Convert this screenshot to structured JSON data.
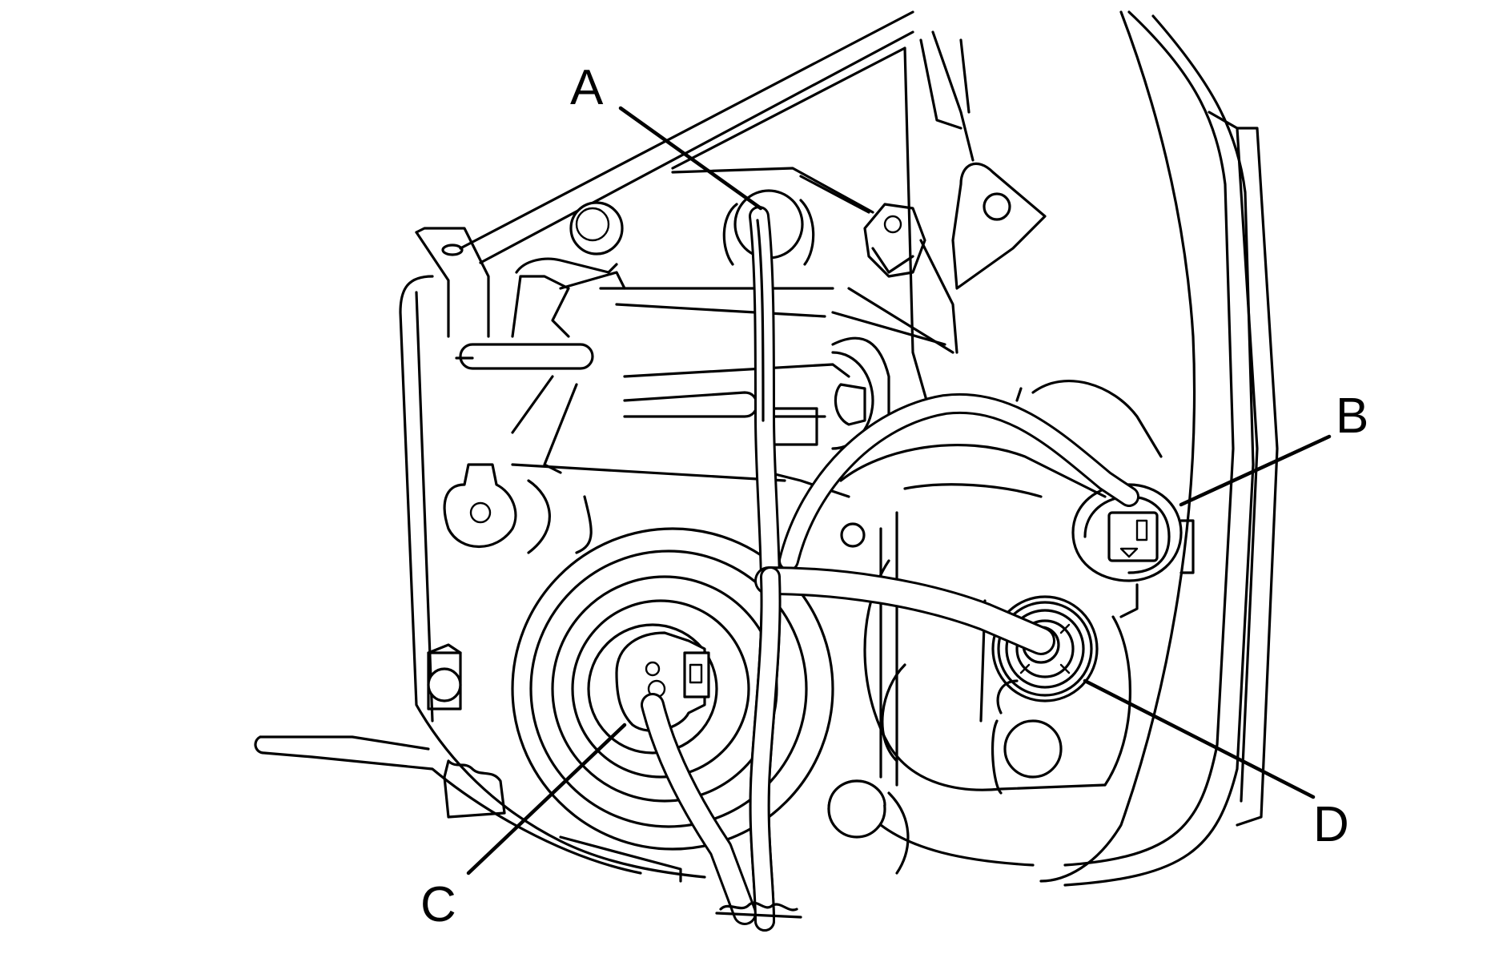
{
  "colors": {
    "line": "#000000",
    "background": "#ffffff"
  },
  "callouts": {
    "a": "A",
    "b": "B",
    "c": "C",
    "d": "D"
  }
}
